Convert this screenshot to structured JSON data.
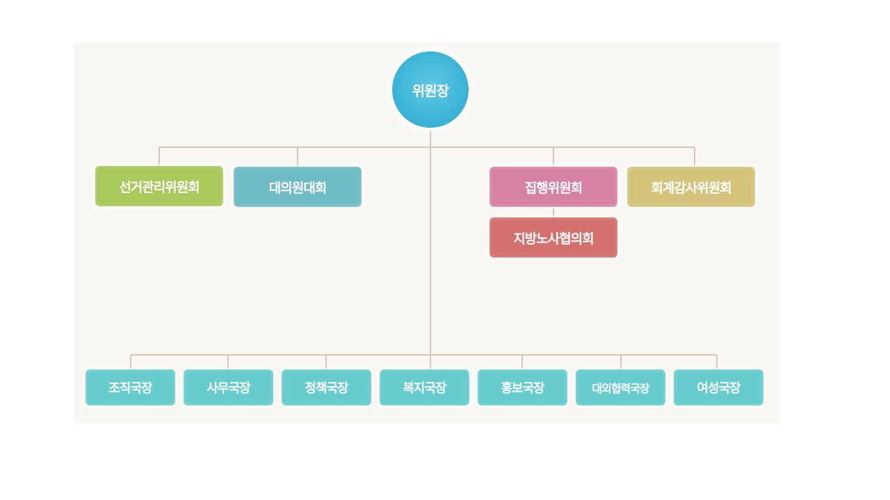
{
  "colors": {
    "root": "#3db5d8",
    "committee_green": "#a8c95b",
    "committee_teal": "#6fbcc4",
    "executive_pink": "#d782a3",
    "audit_gold": "#d4c47b",
    "regional_red": "#d4716e",
    "department_teal": "#66cccc",
    "connector": "#d2c7b6"
  },
  "org": {
    "root": "위원장",
    "committees": {
      "election": "선거관리위원회",
      "delegates": "대의원대회",
      "executive": "집행위원회",
      "audit": "회계감사위원회",
      "regional": "지방노사협의회"
    },
    "departments": [
      "조직국장",
      "사무국장",
      "정책국장",
      "복지국장",
      "홍보국장",
      "대외협력국장",
      "여성국장"
    ]
  }
}
